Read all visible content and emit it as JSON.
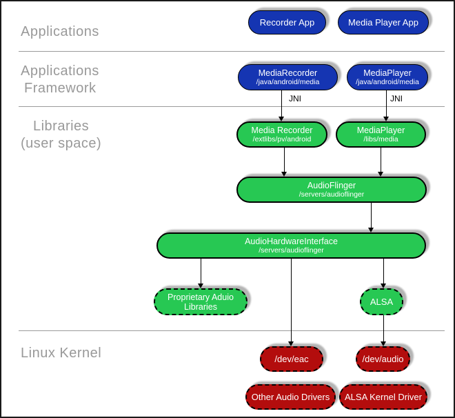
{
  "layers": [
    {
      "id": "applications",
      "lines": [
        "Applications"
      ]
    },
    {
      "id": "applications-framework",
      "lines": [
        "Applications",
        "Framework"
      ]
    },
    {
      "id": "libraries-user-space",
      "lines": [
        "Libraries",
        "(user space)"
      ]
    },
    {
      "id": "linux-kernel",
      "lines": [
        "Linux Kernel"
      ]
    }
  ],
  "nodes": {
    "recorder_app": {
      "label": "Recorder App"
    },
    "media_player_app": {
      "label": "Media Player App"
    },
    "media_recorder_fw": {
      "label": "MediaRecorder",
      "sublabel": "/java/android/media"
    },
    "media_player_fw": {
      "label": "MediaPlayer",
      "sublabel": "/java/android/media"
    },
    "media_recorder_lib": {
      "label": "Media Recorder",
      "sublabel": "/extlibs/pv/android"
    },
    "media_player_lib": {
      "label": "MediaPlayer",
      "sublabel": "/libs/media"
    },
    "audio_flinger": {
      "label": "AudioFlinger",
      "sublabel": "/servers/audioflinger"
    },
    "audio_hardware_interface": {
      "label": "AudioHardwareInterface",
      "sublabel": "/servers/audioflinger"
    },
    "proprietary_audio_libraries": {
      "label": "Proprietary Aduio",
      "label2": "Libraries"
    },
    "alsa": {
      "label": "ALSA"
    },
    "dev_eac": {
      "label": "/dev/eac"
    },
    "dev_audio": {
      "label": "/dev/audio"
    },
    "other_audio_drivers": {
      "label": "Other Audio Drivers"
    },
    "alsa_kernel_driver": {
      "label": "ALSA Kernel Driver"
    }
  },
  "edge_labels": {
    "jni_left": "JNI",
    "jni_right": "JNI"
  },
  "colors": {
    "app_blue": "#1535b2",
    "lib_green": "#27c853",
    "kernel_red": "#b30d0d",
    "shadow_gray": "#b4b4b4",
    "layer_label_gray": "#999999",
    "divider_gray": "#9a9a9a",
    "node_text": "#ffffff",
    "line_black": "#000000"
  }
}
